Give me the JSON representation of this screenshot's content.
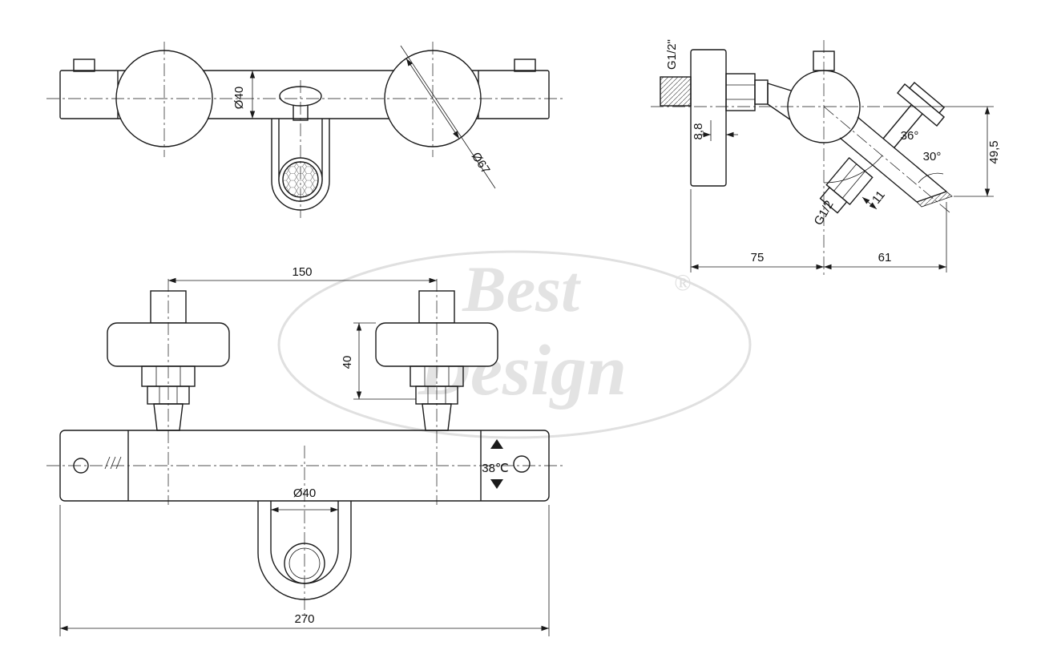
{
  "colors": {
    "line": "#1a1a1a",
    "watermark": "#e3e3e3",
    "background": "#ffffff"
  },
  "watermark": {
    "word1": "Best",
    "word2": "Design",
    "registered": "®"
  },
  "top_view": {
    "body_diameter": "Ø40",
    "handle_diameter": "Ø67"
  },
  "side_view": {
    "wall_thread": "G1/2\"",
    "plate_offset": "8,8",
    "spout_angle": "36°",
    "outlet_angle": "30°",
    "outlet_drop": "49,5",
    "outlet_thread": "G1/2",
    "outlet_length": "11",
    "wall_to_center": "75",
    "center_to_spout": "61"
  },
  "front_view": {
    "inlet_spacing": "150",
    "flange_offset": "40",
    "spout_diameter": "Ø40",
    "temperature": "38℃",
    "total_width": "270"
  }
}
